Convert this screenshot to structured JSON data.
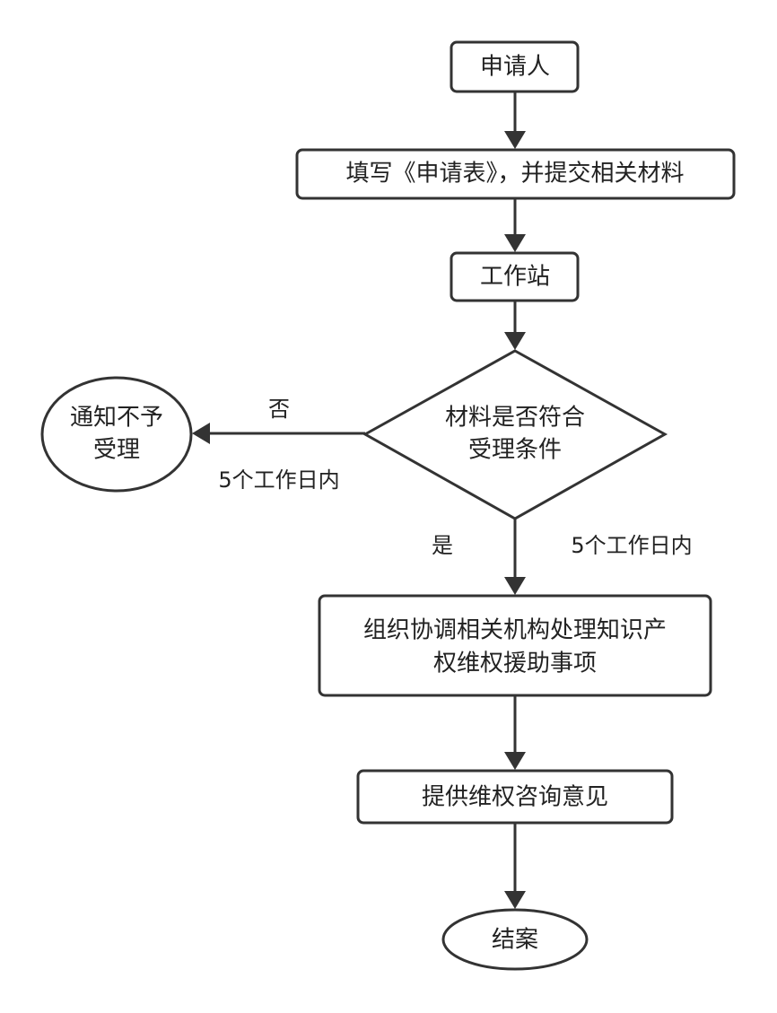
{
  "diagram": {
    "nodes": {
      "applicant": "申请人",
      "fill_form": "填写《申请表》，并提交相关材料",
      "workstation": "工作站",
      "check_line1": "材料是否符合",
      "check_line2": "受理条件",
      "reject_line1": "通知不予",
      "reject_line2": "受理",
      "coordinate_line1": "组织协调相关机构处理知识产",
      "coordinate_line2": "权维权援助事项",
      "advice": "提供维权咨询意见",
      "close_case": "结案"
    },
    "edges": {
      "no_label": "否",
      "no_deadline": "5个工作日内",
      "yes_label": "是",
      "yes_deadline": "5个工作日内"
    }
  }
}
